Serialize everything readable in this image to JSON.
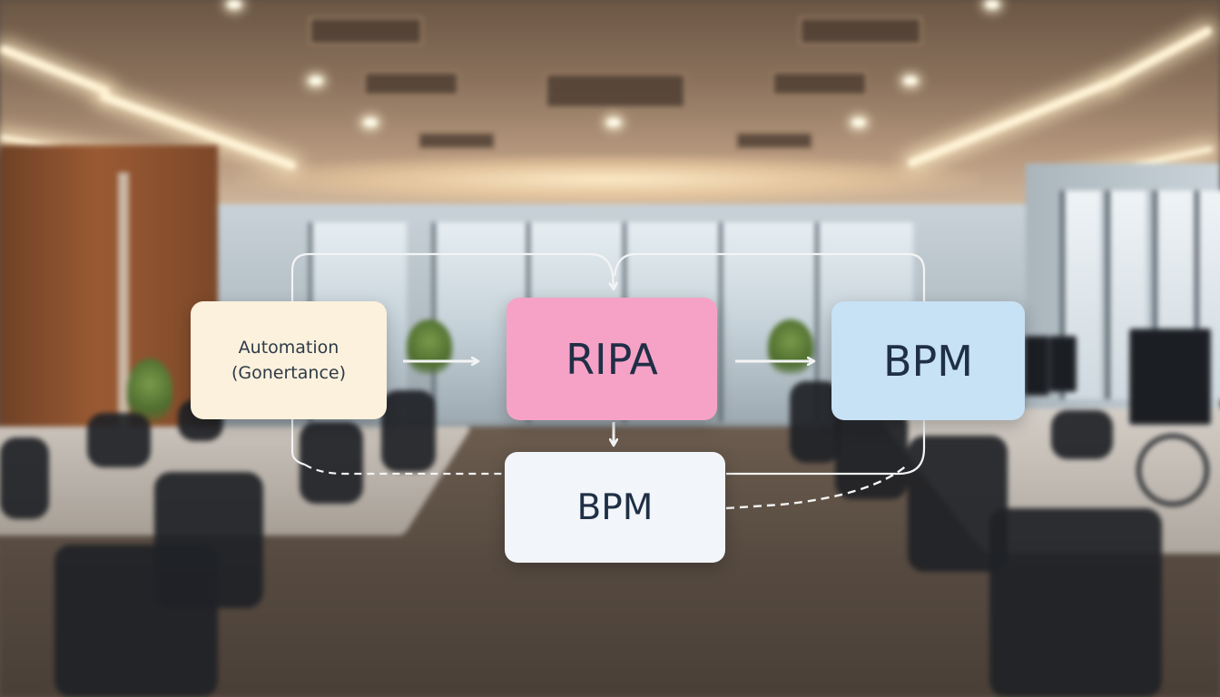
{
  "diagram": {
    "nodes": [
      {
        "id": "automation",
        "lines": [
          "Automation",
          "(Gonertance)"
        ],
        "color": "#fbf1dc"
      },
      {
        "id": "ripa",
        "label": "RIPA",
        "color": "#f6a2c7"
      },
      {
        "id": "bpm_right",
        "label": "BPM",
        "color": "#c7e1f5"
      },
      {
        "id": "bpm_bottom",
        "label": "BPM",
        "color": "#f2f5f9"
      }
    ],
    "edges": [
      {
        "from": "automation",
        "to": "ripa",
        "style": "solid"
      },
      {
        "from": "ripa",
        "to": "bpm_right",
        "style": "solid"
      },
      {
        "from": "ripa",
        "to": "bpm_bottom",
        "style": "solid"
      },
      {
        "from": "automation",
        "to": "ripa",
        "style": "solid",
        "route": "loop-top"
      },
      {
        "from": "bpm_right",
        "to": "ripa",
        "style": "solid",
        "route": "loop-top"
      },
      {
        "from": "automation",
        "to": "bpm_bottom",
        "style": "dashed",
        "route": "loop-bottom"
      },
      {
        "from": "bpm_bottom",
        "to": "bpm_right",
        "style": "dashed",
        "route": "loop-bottom"
      }
    ],
    "line_color": "#f4f4f4"
  },
  "background": {
    "scene": "blurred-conference-room"
  }
}
